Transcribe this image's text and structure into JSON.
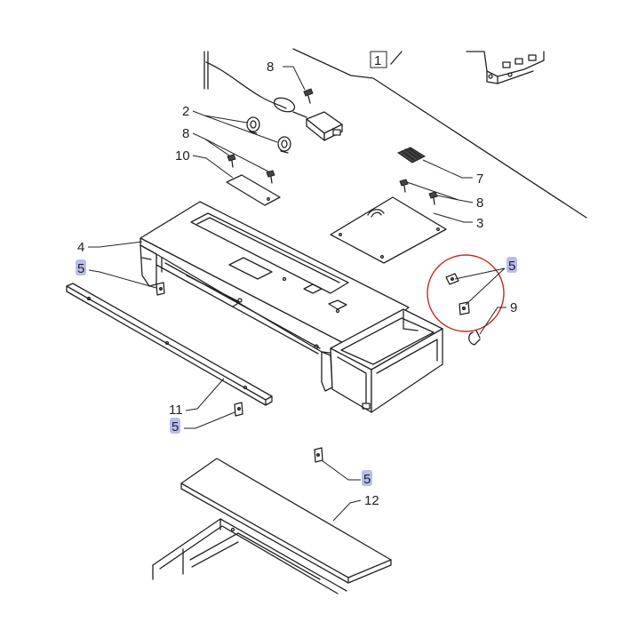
{
  "diagram": {
    "callouts": {
      "c1": "1",
      "c2": "2",
      "c3": "3",
      "c4": "4",
      "c5a": "5",
      "c5b": "5",
      "c5c": "5",
      "c5d": "5",
      "c7": "7",
      "c8a": "8",
      "c8b": "8",
      "c8c": "8",
      "c9": "9",
      "c10": "10",
      "c11": "11",
      "c12": "12"
    },
    "colors": {
      "line": "#222222",
      "callout_highlight": "#b9bdf2",
      "highlight_circle": "#c8281e"
    }
  }
}
